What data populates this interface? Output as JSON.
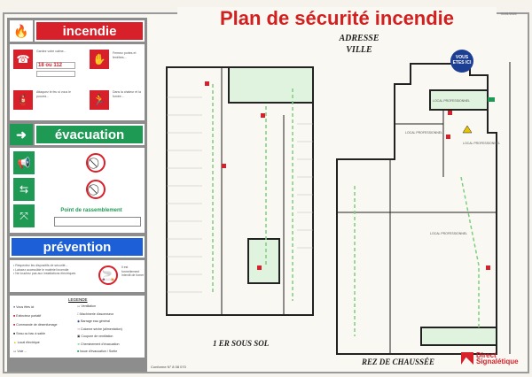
{
  "title": "Plan de sécurité incendie",
  "address": {
    "line1": "ADRESSE",
    "line2": "VILLE"
  },
  "date_label": "01/01/2024",
  "left_panel": {
    "incendie": {
      "label": "incendie",
      "color": "#d7202a",
      "emergency_number": "18 ou 112",
      "icon": "fire-icon"
    },
    "evacuation": {
      "label": "évacuation",
      "color": "#1f9a55",
      "assembly_point": "Point de rassemblement",
      "icon": "arrow-right-icon"
    },
    "prevention": {
      "label": "prévention",
      "color": "#1d5fd6"
    },
    "legend": {
      "title": "LEGENDE",
      "items_left": [
        "Vous êtes ici",
        "Extincteur portatif",
        "Commande de désenfumage",
        "Seau ou bac à sable",
        "Local électrique",
        "Voie ..."
      ],
      "items_right": [
        "Ventilation",
        "Machinerie d'ascenseur",
        "Barrage eau général",
        "Colonne sèche (alimentation)",
        "Coupure de ventilation",
        "Cheminement d'évacuation",
        "Issue d'évacuation / Sortie"
      ]
    }
  },
  "plans": {
    "left_level": "1 ER SOUS SOL",
    "right_level": "REZ DE CHAUSSÉE",
    "you_are_here": "VOUS ETES ICI",
    "rooms": [
      "LOCAL PROFESSIONNEL",
      "LOCAL PROFESSIONNEL",
      "LOCAL PROFESSIONNEL",
      "LOCAL PROFESSIONNEL"
    ]
  },
  "footer": {
    "conformity": "Conforme N° 8 08 070",
    "brand_line1": "Direct",
    "brand_line2": "Signalétique"
  },
  "colors": {
    "red": "#d21f1f",
    "green": "#1f9a55",
    "blue": "#1d5fd6",
    "navy": "#1c3f93"
  }
}
